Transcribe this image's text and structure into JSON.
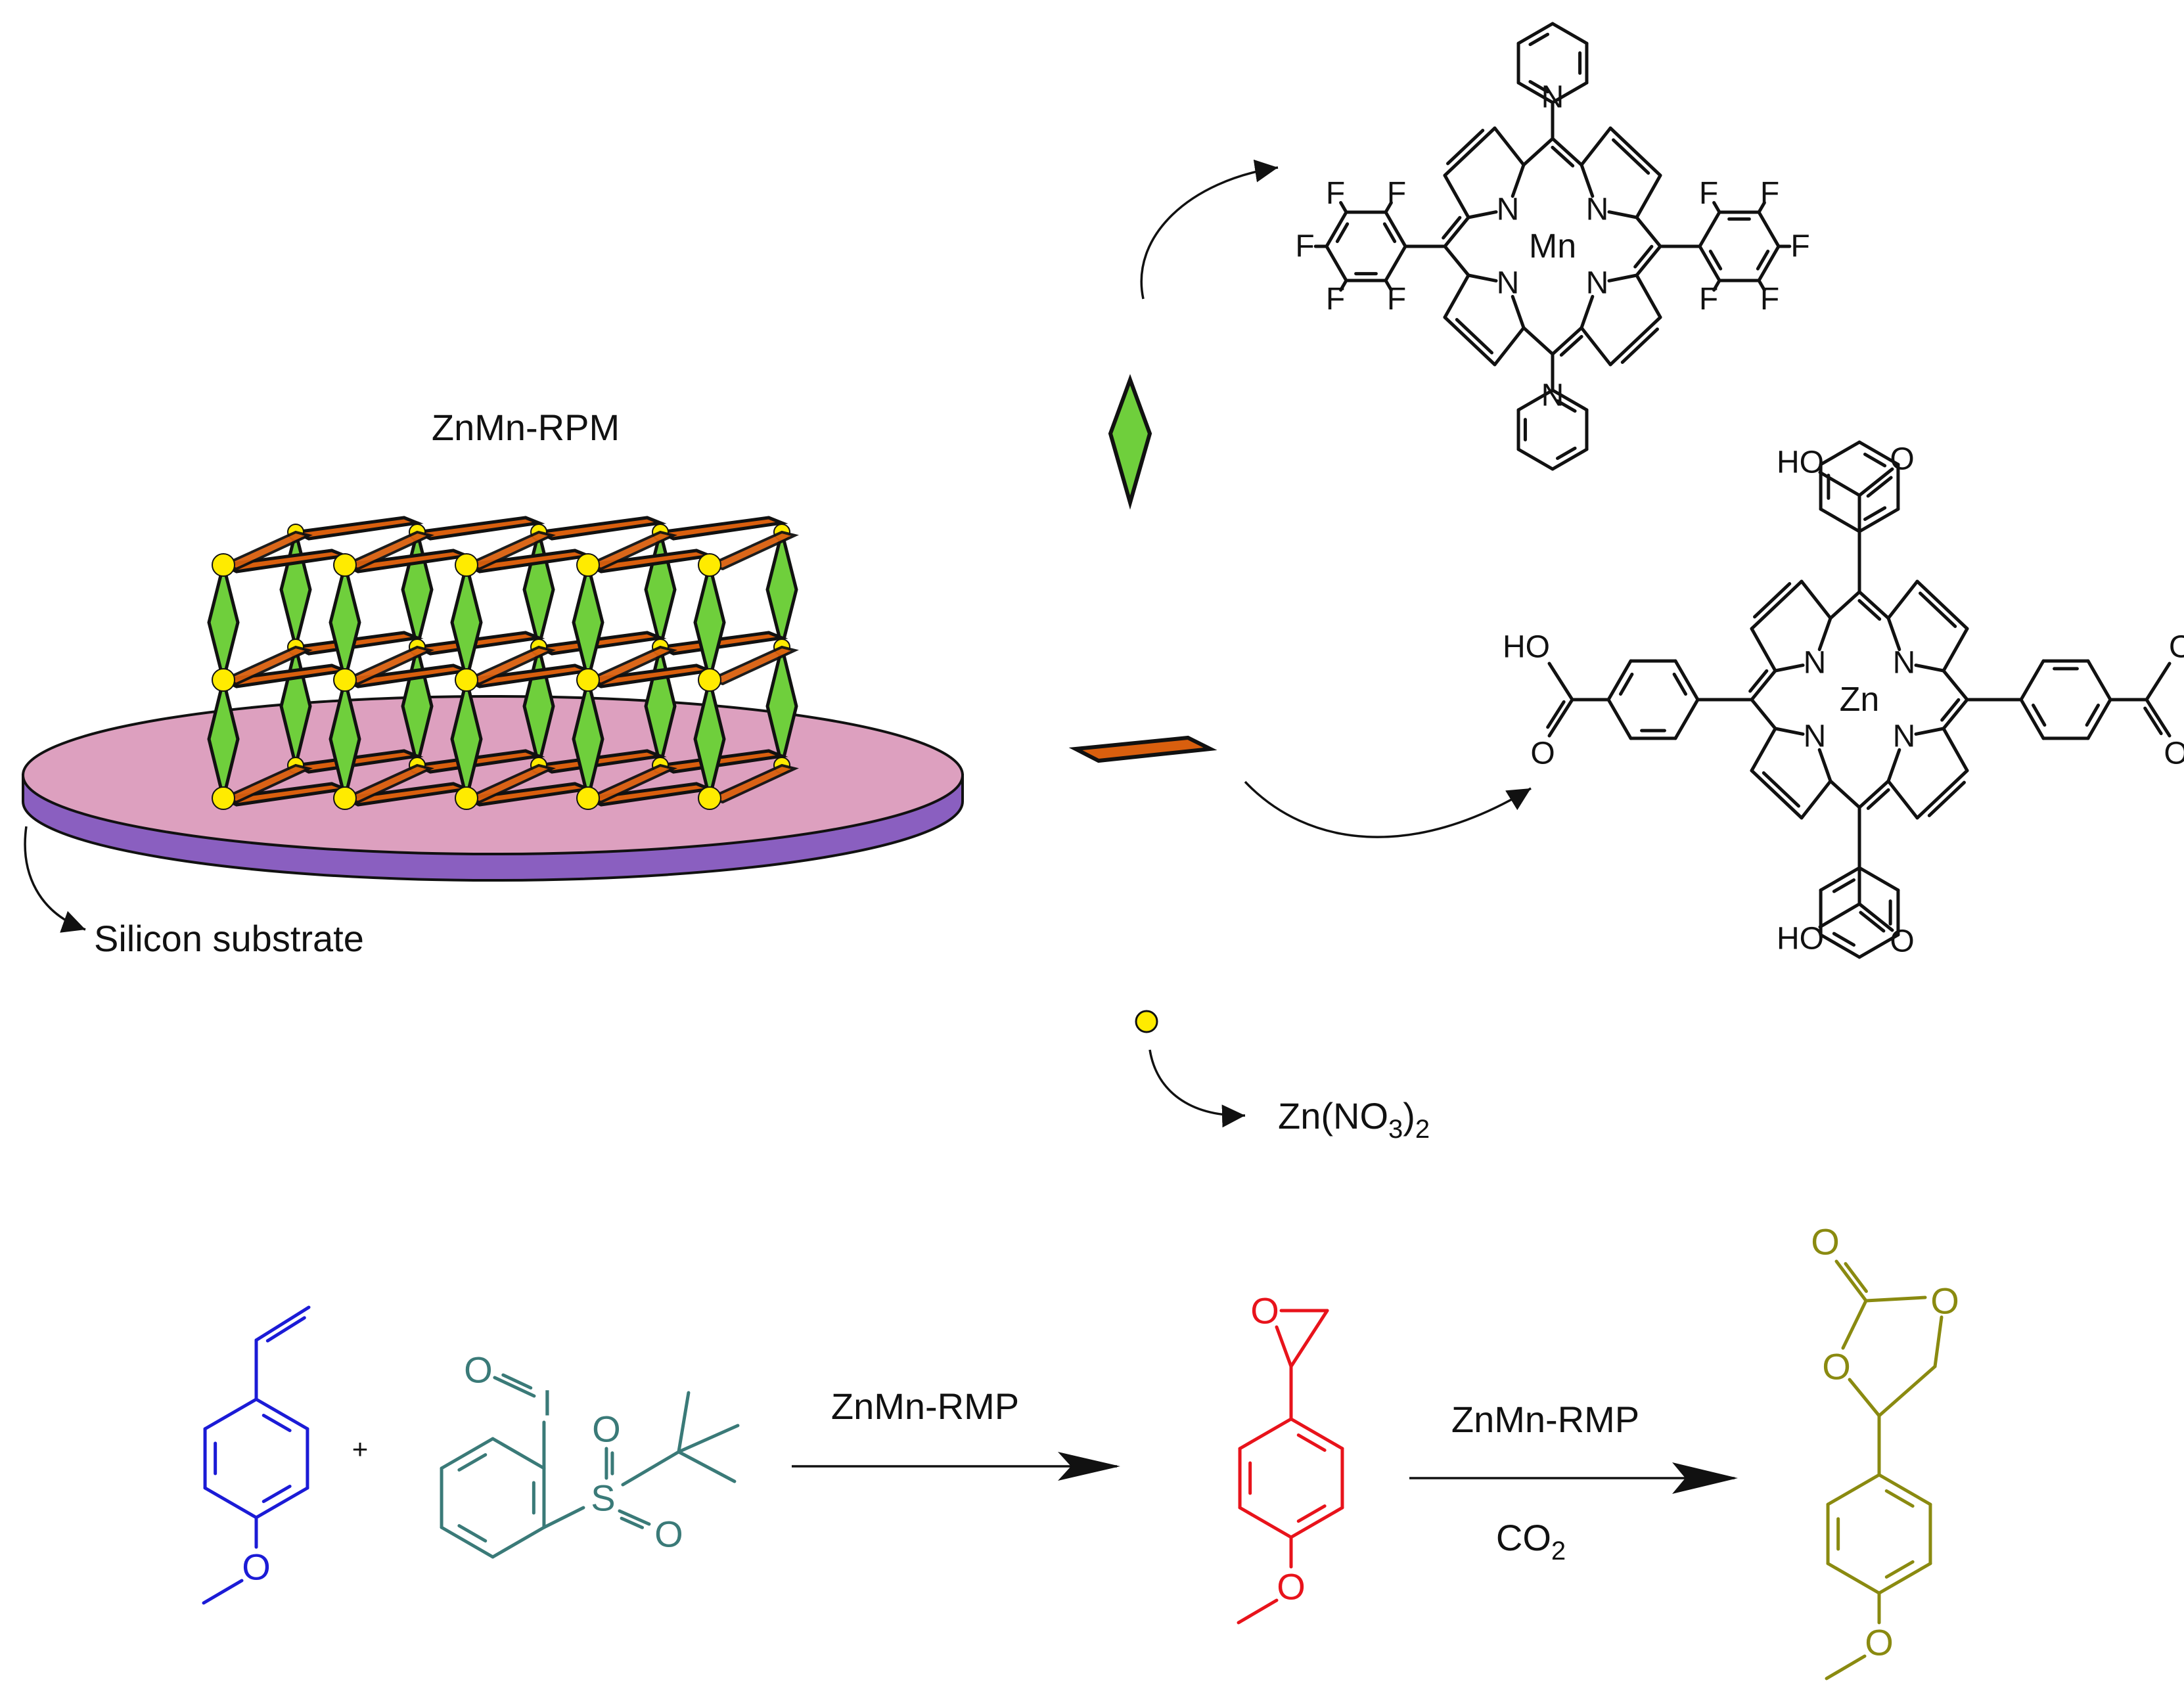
{
  "labels": {
    "framework": "ZnMn-RPM",
    "substrate": "Silicon substrate",
    "zinc_salt_main": "Zn(NO",
    "zinc_salt_sub3": "3",
    "zinc_salt_close": ")",
    "zinc_salt_sub2": "2",
    "reaction_catalyst_1": "ZnMn-RMP",
    "reaction_catalyst_2": "ZnMn-RMP",
    "co2_main": "CO",
    "co2_sub": "2",
    "plus": "+"
  },
  "atoms": {
    "N": "N",
    "F": "F",
    "Mn": "Mn",
    "Zn": "Zn",
    "O": "O",
    "HO": "HO",
    "OH": "OH",
    "I": "I",
    "S": "S"
  },
  "colors": {
    "substrate_top": "#dda0bf",
    "substrate_side": "#8a5fc0",
    "pillar_green": "#6fcf3c",
    "paddle_orange": "#d95f0e",
    "node_yellow": "#ffeb00",
    "styrene_blue": "#1b1bd6",
    "oxidant_teal": "#3a7a78",
    "epoxide_red": "#e8131b",
    "carbonate_olive": "#8a8a10"
  }
}
